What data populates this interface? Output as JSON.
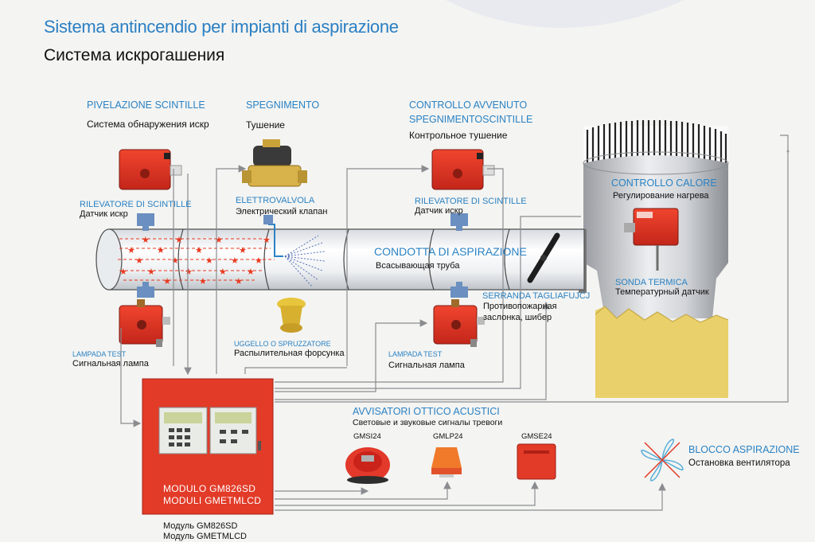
{
  "title_it": "Sistema antincendio per impianti di aspirazione",
  "title_ru": "Система искрогашения",
  "sections": {
    "rilevazione": {
      "it": "PIVELAZIONE SCINTILLE",
      "ru": "Система обнаружения искр"
    },
    "spegnimento": {
      "it": "SPEGNIMENTO",
      "ru": "Тушение"
    },
    "controllo": {
      "it_line1": "CONTROLLO AVVENUTO",
      "it_line2": "SPEGNIMENTOSCINTILLE",
      "ru": "Контрольное тушение"
    }
  },
  "components": {
    "rilevatore_1": {
      "it": "RILEVATORE DI SCINTILLE",
      "ru": "Датчик искр"
    },
    "elettrovalvola": {
      "it": "ELETTROVALVOLA",
      "ru": "Электрический клапан"
    },
    "rilevatore_2": {
      "it": "RILEVATORE DI SCINTILLE",
      "ru": "Датчик искр"
    },
    "condotta": {
      "it": "CONDOTTA DI ASPIRAZIONE",
      "ru": "Всасывающая труба"
    },
    "controllo_calore": {
      "it": "CONTROLLO CALORE",
      "ru": "Регулирование нагрева"
    },
    "sonda": {
      "it": "SONDA TERMICA",
      "ru": "Температурный датчик"
    },
    "serranda": {
      "it": "SERRANDA TAGLIAFUJCJ",
      "ru_line1": "Противопожарная",
      "ru_line2": "заслонка, шибер"
    },
    "lampada_1": {
      "it": "LAMPADA TEST",
      "ru": "Сигнальная лампа"
    },
    "ugello": {
      "it": "UGGELLO O SPRUZZATORE",
      "ru": "Распылительная форсунка"
    },
    "lampada_2": {
      "it": "LAMPADA TEST",
      "ru": "Сигнальная лампа"
    },
    "avvisatori": {
      "it": "AVVISATORI OTTICO ACUSTICI",
      "ru": "Световые и звуковые сигналы тревоги"
    },
    "gmsi24": "GMSI24",
    "gmlp24": "GMLP24",
    "gmse24": "GMSE24",
    "blocco": {
      "it": "BLOCCO ASPIRAZIONE",
      "ru": "Остановка вентилятора"
    },
    "modulo": {
      "it_line1": "MODULO GM826SD",
      "it_line2": "MODULI GMETMLCD",
      "ru_line1": "Модуль GM826SD",
      "ru_line2": "Модуль GMETMLCD"
    }
  },
  "colors": {
    "accent_blue": "#2a82c4",
    "device_red": "#e8311f",
    "panel_red": "#e23b28",
    "sawdust": "#ead06a"
  }
}
